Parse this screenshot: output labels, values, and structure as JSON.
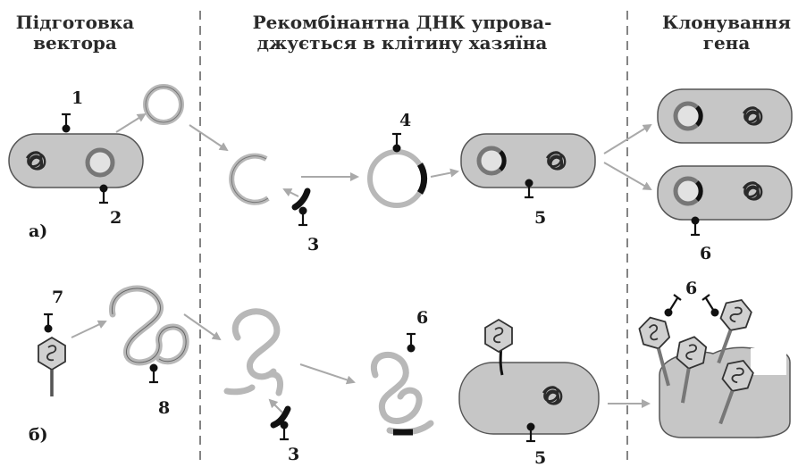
{
  "columns": {
    "left": "Підготовка вектора",
    "left_line1": "Підготовка",
    "left_line2": "вектора",
    "middle_line1": "Рекомбінантна ДНК упрова-",
    "middle_line2": "джується в клітину хазяїна",
    "right_line1": "Клонування",
    "right_line2": "гена"
  },
  "row_labels": {
    "a": "а)",
    "b": "б)"
  },
  "numbers": {
    "n1": "1",
    "n2": "2",
    "n3a": "3",
    "n4": "4",
    "n5a": "5",
    "n6a": "6",
    "n7": "7",
    "n8": "8",
    "n3b": "3",
    "n6b": "6",
    "n5b": "5",
    "n6c": "6"
  },
  "colors": {
    "cell": "#c4c4c4",
    "dna": "#2a2a2a",
    "ring": "#bdbdbd",
    "insert": "#111111",
    "arrow": "#a9a9a9"
  }
}
